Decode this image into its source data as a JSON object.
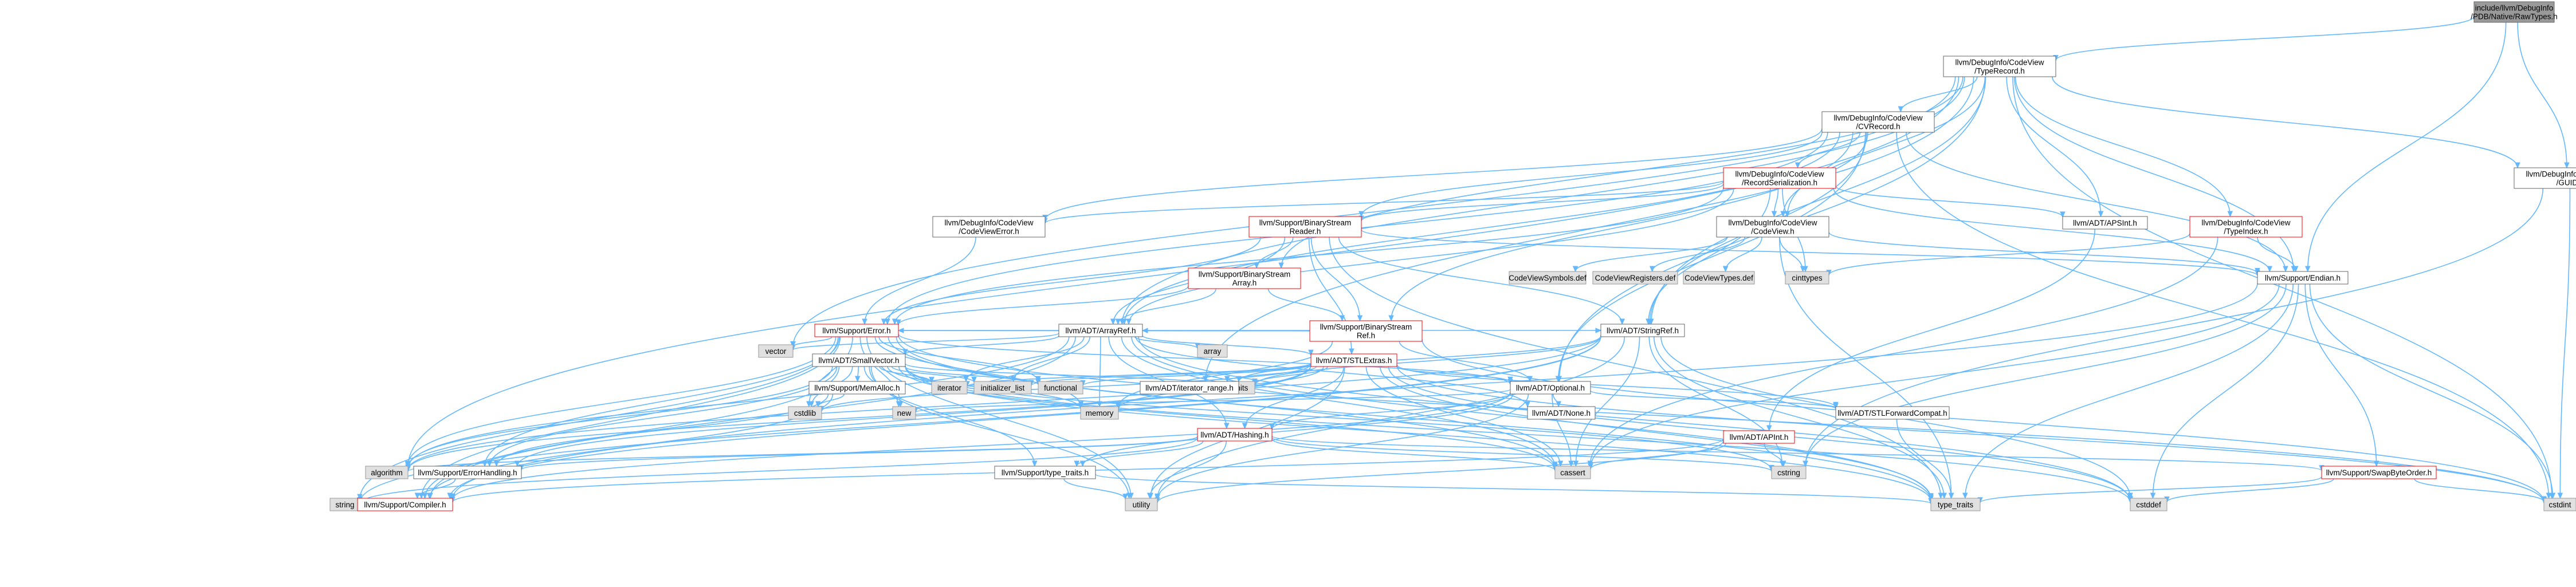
{
  "palette": {
    "edge": "#63b8ff",
    "root_fill": "#999999",
    "root_stroke": "#666666",
    "normal_fill": "#ffffff",
    "normal_stroke": "#666666",
    "incomplete_stroke": "#ff0000",
    "system_fill": "#e0e0e0",
    "system_stroke": "#999999"
  },
  "nodes": {
    "root": {
      "label": "include/llvm/DebugInfo\n/PDB/Native/RawTypes.h",
      "kind": "root"
    },
    "typerecord": {
      "label": "llvm/DebugInfo/CodeView\n/TypeRecord.h",
      "kind": "normal"
    },
    "cvrecord": {
      "label": "llvm/DebugInfo/CodeView\n/CVRecord.h",
      "kind": "normal"
    },
    "guid": {
      "label": "llvm/DebugInfo/CodeView\n/GUID.h",
      "kind": "normal"
    },
    "recordserialization": {
      "label": "llvm/DebugInfo/CodeView\n/RecordSerialization.h",
      "kind": "incomplete"
    },
    "codeviewerror": {
      "label": "llvm/DebugInfo/CodeView\n/CodeViewError.h",
      "kind": "normal"
    },
    "bsreader": {
      "label": "llvm/Support/BinaryStream\nReader.h",
      "kind": "incomplete"
    },
    "codeview": {
      "label": "llvm/DebugInfo/CodeView\n/CodeView.h",
      "kind": "normal"
    },
    "apsint": {
      "label": "llvm/ADT/APSInt.h",
      "kind": "normal"
    },
    "typeindex": {
      "label": "llvm/DebugInfo/CodeView\n/TypeIndex.h",
      "kind": "incomplete"
    },
    "bsarray": {
      "label": "llvm/Support/BinaryStream\nArray.h",
      "kind": "incomplete"
    },
    "cvsymbols": {
      "label": "CodeViewSymbols.def",
      "kind": "system"
    },
    "cvregisters": {
      "label": "CodeViewRegisters.def",
      "kind": "system"
    },
    "cvtypes": {
      "label": "CodeViewTypes.def",
      "kind": "system"
    },
    "cinttypes": {
      "label": "cinttypes",
      "kind": "system"
    },
    "endian": {
      "label": "llvm/Support/Endian.h",
      "kind": "normal"
    },
    "bsref": {
      "label": "llvm/Support/BinaryStream\nRef.h",
      "kind": "incomplete"
    },
    "error": {
      "label": "llvm/Support/Error.h",
      "kind": "incomplete"
    },
    "arrayref": {
      "label": "llvm/ADT/ArrayRef.h",
      "kind": "normal"
    },
    "stringref": {
      "label": "llvm/ADT/StringRef.h",
      "kind": "normal"
    },
    "vector": {
      "label": "vector",
      "kind": "system"
    },
    "smallvector": {
      "label": "llvm/ADT/SmallVector.h",
      "kind": "normal"
    },
    "array": {
      "label": "array",
      "kind": "system"
    },
    "stlextras": {
      "label": "llvm/ADT/STLExtras.h",
      "kind": "incomplete"
    },
    "iterator": {
      "label": "iterator",
      "kind": "system"
    },
    "initializer_list": {
      "label": "initializer_list",
      "kind": "system"
    },
    "functional": {
      "label": "functional",
      "kind": "system"
    },
    "limits": {
      "label": "limits",
      "kind": "system"
    },
    "iterator_range": {
      "label": "llvm/ADT/iterator_range.h",
      "kind": "normal"
    },
    "memalloc": {
      "label": "llvm/Support/MemAlloc.h",
      "kind": "normal"
    },
    "optional": {
      "label": "llvm/ADT/Optional.h",
      "kind": "normal"
    },
    "cstdlib": {
      "label": "cstdlib",
      "kind": "system"
    },
    "new": {
      "label": "new",
      "kind": "system"
    },
    "memory": {
      "label": "memory",
      "kind": "system"
    },
    "none": {
      "label": "llvm/ADT/None.h",
      "kind": "normal"
    },
    "hashing": {
      "label": "llvm/ADT/Hashing.h",
      "kind": "incomplete"
    },
    "apint": {
      "label": "llvm/ADT/APInt.h",
      "kind": "incomplete"
    },
    "stlforward": {
      "label": "llvm/ADT/STLForwardCompat.h",
      "kind": "normal"
    },
    "algorithm": {
      "label": "algorithm",
      "kind": "system"
    },
    "errorhandling": {
      "label": "llvm/Support/ErrorHandling.h",
      "kind": "normal"
    },
    "typetraits": {
      "label": "llvm/Support/type_traits.h",
      "kind": "normal"
    },
    "cassert": {
      "label": "cassert",
      "kind": "system"
    },
    "cstring": {
      "label": "cstring",
      "kind": "system"
    },
    "swapbyteorder": {
      "label": "llvm/Support/SwapByteOrder.h",
      "kind": "incomplete"
    },
    "string": {
      "label": "string",
      "kind": "system"
    },
    "compiler": {
      "label": "llvm/Support/Compiler.h",
      "kind": "incomplete"
    },
    "utility": {
      "label": "utility",
      "kind": "system"
    },
    "type_traits": {
      "label": "type_traits",
      "kind": "system"
    },
    "cstddef": {
      "label": "cstddef",
      "kind": "system"
    },
    "cstdint": {
      "label": "cstdint",
      "kind": "system"
    }
  },
  "edges": [
    {
      "from": "root",
      "to": "typerecord"
    },
    {
      "from": "root",
      "to": "guid"
    },
    {
      "from": "root",
      "to": "endian"
    },
    {
      "from": "typerecord",
      "to": "cvrecord"
    },
    {
      "from": "typerecord",
      "to": "guid"
    },
    {
      "from": "typerecord",
      "to": "typeindex"
    },
    {
      "from": "typerecord",
      "to": "codeview"
    },
    {
      "from": "typerecord",
      "to": "apsint"
    },
    {
      "from": "typerecord",
      "to": "arrayref"
    },
    {
      "from": "typerecord",
      "to": "stringref"
    },
    {
      "from": "typerecord",
      "to": "optional"
    },
    {
      "from": "typerecord",
      "to": "endian"
    },
    {
      "from": "typerecord",
      "to": "bsarray"
    },
    {
      "from": "typerecord",
      "to": "vector"
    },
    {
      "from": "typerecord",
      "to": "cstdint"
    },
    {
      "from": "typerecord",
      "to": "iterator_range"
    },
    {
      "from": "typerecord",
      "to": "algorithm"
    },
    {
      "from": "cvrecord",
      "to": "recordserialization"
    },
    {
      "from": "cvrecord",
      "to": "codeview"
    },
    {
      "from": "cvrecord",
      "to": "codeviewerror"
    },
    {
      "from": "cvrecord",
      "to": "bsreader"
    },
    {
      "from": "cvrecord",
      "to": "bsref"
    },
    {
      "from": "cvrecord",
      "to": "arrayref"
    },
    {
      "from": "cvrecord",
      "to": "error"
    },
    {
      "from": "cvrecord",
      "to": "endian"
    },
    {
      "from": "cvrecord",
      "to": "stringref"
    },
    {
      "from": "cvrecord",
      "to": "optional"
    },
    {
      "from": "cvrecord",
      "to": "cstdint"
    },
    {
      "from": "guid",
      "to": "cstdint"
    },
    {
      "from": "guid",
      "to": "cstring"
    },
    {
      "from": "recordserialization",
      "to": "apsint"
    },
    {
      "from": "recordserialization",
      "to": "arrayref"
    },
    {
      "from": "recordserialization",
      "to": "stringref"
    },
    {
      "from": "recordserialization",
      "to": "codeview"
    },
    {
      "from": "recordserialization",
      "to": "codeviewerror"
    },
    {
      "from": "recordserialization",
      "to": "bsreader"
    },
    {
      "from": "recordserialization",
      "to": "endian"
    },
    {
      "from": "recordserialization",
      "to": "error"
    },
    {
      "from": "recordserialization",
      "to": "cinttypes"
    },
    {
      "from": "codeviewerror",
      "to": "error"
    },
    {
      "from": "bsreader",
      "to": "arrayref"
    },
    {
      "from": "bsreader",
      "to": "stlextras"
    },
    {
      "from": "bsreader",
      "to": "stringref"
    },
    {
      "from": "bsreader",
      "to": "bsarray"
    },
    {
      "from": "bsreader",
      "to": "bsref"
    },
    {
      "from": "bsreader",
      "to": "endian"
    },
    {
      "from": "bsreader",
      "to": "error"
    },
    {
      "from": "bsreader",
      "to": "type_traits"
    },
    {
      "from": "codeview",
      "to": "cvsymbols"
    },
    {
      "from": "codeview",
      "to": "cvregisters"
    },
    {
      "from": "codeview",
      "to": "cvtypes"
    },
    {
      "from": "codeview",
      "to": "cinttypes"
    },
    {
      "from": "codeview",
      "to": "endian"
    },
    {
      "from": "codeview",
      "to": "type_traits"
    },
    {
      "from": "apsint",
      "to": "apint"
    },
    {
      "from": "typeindex",
      "to": "endian"
    },
    {
      "from": "typeindex",
      "to": "cassert"
    },
    {
      "from": "typeindex",
      "to": "cinttypes"
    },
    {
      "from": "bsarray",
      "to": "arrayref"
    },
    {
      "from": "bsarray",
      "to": "bsref"
    },
    {
      "from": "bsarray",
      "to": "error"
    },
    {
      "from": "endian",
      "to": "compiler"
    },
    {
      "from": "endian",
      "to": "swapbyteorder"
    },
    {
      "from": "endian",
      "to": "cassert"
    },
    {
      "from": "endian",
      "to": "cstddef"
    },
    {
      "from": "endian",
      "to": "cstdint"
    },
    {
      "from": "endian",
      "to": "cstring"
    },
    {
      "from": "endian",
      "to": "type_traits"
    },
    {
      "from": "bsref",
      "to": "arrayref"
    },
    {
      "from": "bsref",
      "to": "optional"
    },
    {
      "from": "bsref",
      "to": "error"
    },
    {
      "from": "bsref",
      "to": "cstdint"
    },
    {
      "from": "bsref",
      "to": "memory"
    },
    {
      "from": "error",
      "to": "stringref"
    },
    {
      "from": "error",
      "to": "twine"
    },
    {
      "from": "error",
      "to": "compiler"
    },
    {
      "from": "error",
      "to": "errorhandling"
    },
    {
      "from": "error",
      "to": "algorithm"
    },
    {
      "from": "error",
      "to": "cassert"
    },
    {
      "from": "error",
      "to": "cstdint"
    },
    {
      "from": "error",
      "to": "cstdlib"
    },
    {
      "from": "error",
      "to": "functional"
    },
    {
      "from": "error",
      "to": "memory"
    },
    {
      "from": "error",
      "to": "new"
    },
    {
      "from": "error",
      "to": "string"
    },
    {
      "from": "error",
      "to": "system_error"
    },
    {
      "from": "error",
      "to": "type_traits"
    },
    {
      "from": "error",
      "to": "utility"
    },
    {
      "from": "error",
      "to": "vector"
    },
    {
      "from": "error",
      "to": "optional"
    },
    {
      "from": "arrayref",
      "to": "hashing"
    },
    {
      "from": "arrayref",
      "to": "none"
    },
    {
      "from": "arrayref",
      "to": "smallvector"
    },
    {
      "from": "arrayref",
      "to": "stlextras"
    },
    {
      "from": "arrayref",
      "to": "compiler"
    },
    {
      "from": "arrayref",
      "to": "algorithm"
    },
    {
      "from": "arrayref",
      "to": "array"
    },
    {
      "from": "arrayref",
      "to": "cassert"
    },
    {
      "from": "arrayref",
      "to": "cstddef"
    },
    {
      "from": "arrayref",
      "to": "initializer_list"
    },
    {
      "from": "arrayref",
      "to": "iterator"
    },
    {
      "from": "arrayref",
      "to": "memory"
    },
    {
      "from": "arrayref",
      "to": "type_traits"
    },
    {
      "from": "arrayref",
      "to": "vector"
    },
    {
      "from": "stringref",
      "to": "stlfunctional"
    },
    {
      "from": "stringref",
      "to": "iterator_range"
    },
    {
      "from": "stringref",
      "to": "compiler"
    },
    {
      "from": "stringref",
      "to": "algorithm"
    },
    {
      "from": "stringref",
      "to": "cassert"
    },
    {
      "from": "stringref",
      "to": "cstddef"
    },
    {
      "from": "stringref",
      "to": "cstring"
    },
    {
      "from": "stringref",
      "to": "limits"
    },
    {
      "from": "stringref",
      "to": "string"
    },
    {
      "from": "stringref",
      "to": "type_traits"
    },
    {
      "from": "stringref",
      "to": "utility"
    },
    {
      "from": "smallvector",
      "to": "compiler"
    },
    {
      "from": "smallvector",
      "to": "errorhandling"
    },
    {
      "from": "smallvector",
      "to": "memalloc"
    },
    {
      "from": "smallvector",
      "to": "typetraits"
    },
    {
      "from": "smallvector",
      "to": "algorithm"
    },
    {
      "from": "smallvector",
      "to": "cassert"
    },
    {
      "from": "smallvector",
      "to": "cstddef"
    },
    {
      "from": "smallvector",
      "to": "cstdlib"
    },
    {
      "from": "smallvector",
      "to": "cstring"
    },
    {
      "from": "smallvector",
      "to": "functional"
    },
    {
      "from": "smallvector",
      "to": "initializer_list"
    },
    {
      "from": "smallvector",
      "to": "iterator"
    },
    {
      "from": "smallvector",
      "to": "limits"
    },
    {
      "from": "smallvector",
      "to": "memory"
    },
    {
      "from": "smallvector",
      "to": "new"
    },
    {
      "from": "smallvector",
      "to": "type_traits"
    },
    {
      "from": "smallvector",
      "to": "utility"
    },
    {
      "from": "stlextras",
      "to": "hashing"
    },
    {
      "from": "stlextras",
      "to": "stlforward"
    },
    {
      "from": "stlextras",
      "to": "iterator_range"
    },
    {
      "from": "stlextras",
      "to": "errorhandling"
    },
    {
      "from": "stlextras",
      "to": "algorithm"
    },
    {
      "from": "stlextras",
      "to": "cassert"
    },
    {
      "from": "stlextras",
      "to": "cstddef"
    },
    {
      "from": "stlextras",
      "to": "cstdint"
    },
    {
      "from": "stlextras",
      "to": "cstdlib"
    },
    {
      "from": "stlextras",
      "to": "functional"
    },
    {
      "from": "stlextras",
      "to": "initializer_list"
    },
    {
      "from": "stlextras",
      "to": "iterator"
    },
    {
      "from": "stlextras",
      "to": "limits"
    },
    {
      "from": "stlextras",
      "to": "memory"
    },
    {
      "from": "stlextras",
      "to": "optional"
    },
    {
      "from": "stlextras",
      "to": "type_traits"
    },
    {
      "from": "stlextras",
      "to": "utility"
    },
    {
      "from": "memalloc",
      "to": "compiler"
    },
    {
      "from": "memalloc",
      "to": "errorhandling"
    },
    {
      "from": "memalloc",
      "to": "cstdlib"
    },
    {
      "from": "optional",
      "to": "hashing"
    },
    {
      "from": "optional",
      "to": "none"
    },
    {
      "from": "optional",
      "to": "stlforward"
    },
    {
      "from": "optional",
      "to": "compiler"
    },
    {
      "from": "optional",
      "to": "typetraits"
    },
    {
      "from": "optional",
      "to": "cassert"
    },
    {
      "from": "optional",
      "to": "new"
    },
    {
      "from": "optional",
      "to": "utility"
    },
    {
      "from": "hashing",
      "to": "errorhandling"
    },
    {
      "from": "hashing",
      "to": "swapbyteorder"
    },
    {
      "from": "hashing",
      "to": "typetraits"
    },
    {
      "from": "hashing",
      "to": "algorithm"
    },
    {
      "from": "hashing",
      "to": "cassert"
    },
    {
      "from": "hashing",
      "to": "cstring"
    },
    {
      "from": "hashing",
      "to": "string"
    },
    {
      "from": "hashing",
      "to": "tuple"
    },
    {
      "from": "hashing",
      "to": "utility"
    },
    {
      "from": "apint",
      "to": "compiler"
    },
    {
      "from": "apint",
      "to": "cassert"
    },
    {
      "from": "apint",
      "to": "climits"
    },
    {
      "from": "apint",
      "to": "cstring"
    },
    {
      "from": "apint",
      "to": "utility"
    },
    {
      "from": "stlforward",
      "to": "type_traits"
    },
    {
      "from": "errorhandling",
      "to": "compiler"
    },
    {
      "from": "typetraits",
      "to": "type_traits"
    },
    {
      "from": "typetraits",
      "to": "utility"
    },
    {
      "from": "swapbyteorder",
      "to": "cstddef"
    },
    {
      "from": "swapbyteorder",
      "to": "cstdint"
    },
    {
      "from": "swapbyteorder",
      "to": "type_traits"
    }
  ]
}
